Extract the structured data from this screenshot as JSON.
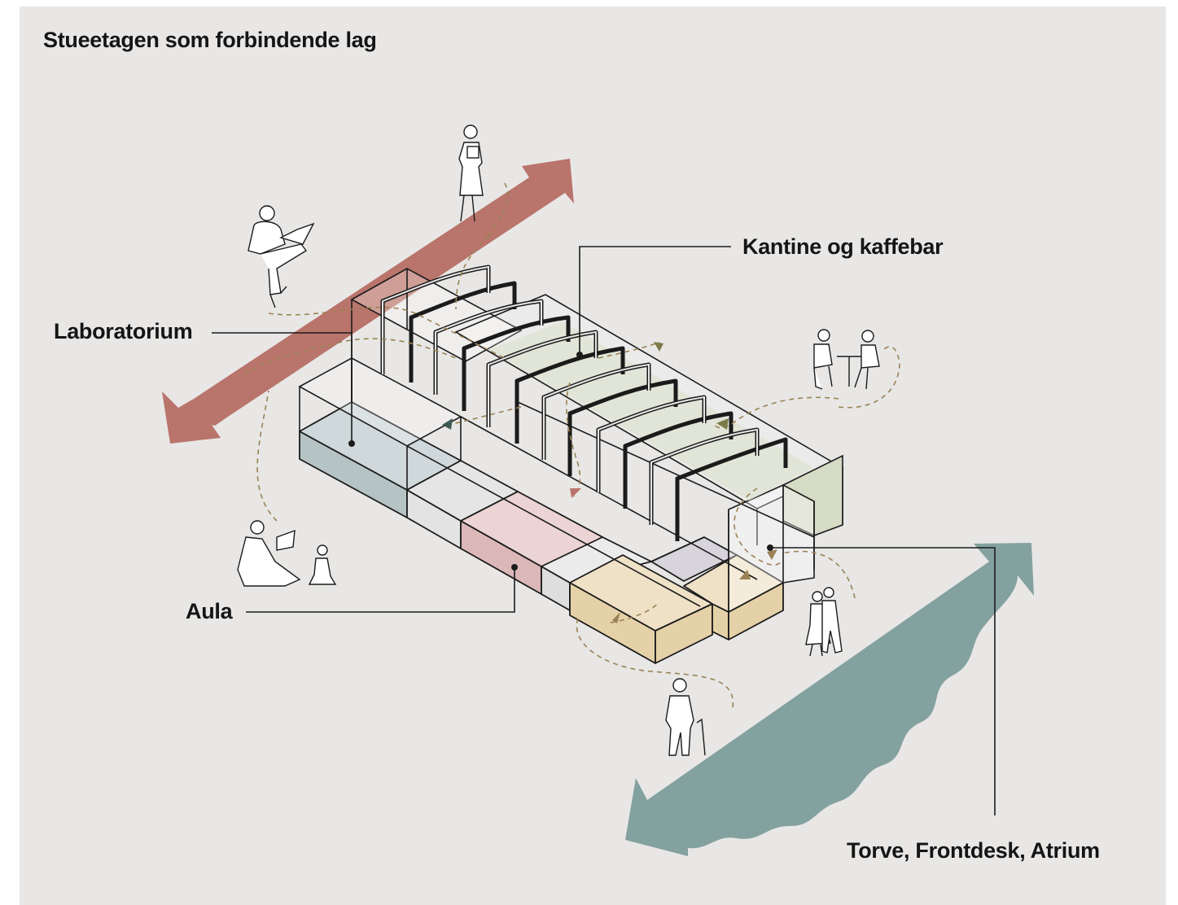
{
  "title": "Stueetagen som forbindende lag",
  "labels": {
    "laboratorium": "Laboratorium",
    "kantine": "Kantine og kaffebar",
    "aula": "Aula",
    "torve": "Torve, Frontdesk, Atrium"
  },
  "colors": {
    "background": "#e8e7e6",
    "red_arrow": "#b9746b",
    "teal_arrow": "#83a19f",
    "lab_zone": "#cfd8da",
    "aula_zone": "#ecd4d4",
    "kantine_zone": "#dfe3d3",
    "torve_zone": "#eddcbc",
    "path_dash": "#9a8255"
  },
  "icons": [
    "person-laptop-icon",
    "person-walking-icon",
    "people-cafe-icon",
    "adult-child-reading-icon",
    "couple-walking-icon",
    "elderly-cane-icon"
  ]
}
